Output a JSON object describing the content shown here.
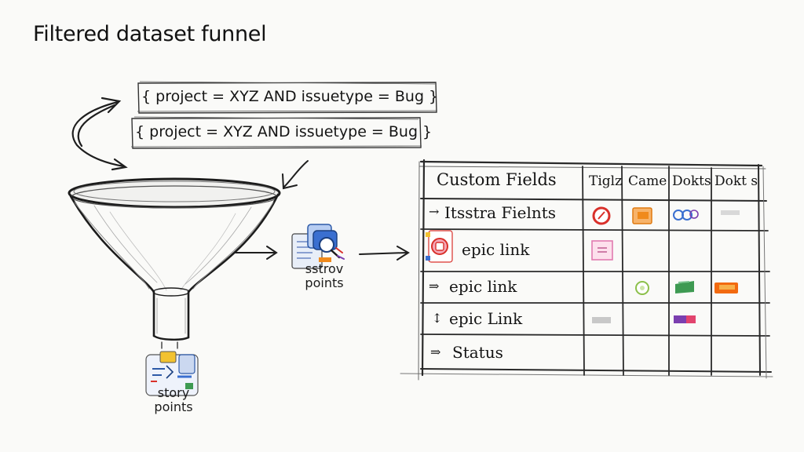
{
  "title": "Filtered dataset funnel",
  "queries": [
    "{ project = XYZ AND issuetype = Bug }",
    "{ project = XYZ AND issuetype = Bug }"
  ],
  "mid_card": {
    "caption_line1": "sstrov",
    "caption_line2": "points"
  },
  "bottom_card": {
    "caption_line1": "story",
    "caption_line2": "points"
  },
  "table": {
    "header": {
      "field_col": "Custom Fields",
      "columns": [
        "Tiglz",
        "Came",
        "Dokts",
        "Dokt s"
      ]
    },
    "rows": [
      {
        "marker": "→",
        "label": "Itsstra Fielnts"
      },
      {
        "marker": "",
        "label": "epic link"
      },
      {
        "marker": "⇒",
        "label": "epic link"
      },
      {
        "marker": "↕",
        "label": "epic Link"
      },
      {
        "marker": "⇒",
        "label": "Status"
      }
    ]
  },
  "colors": {
    "ink": "#1b1b1b",
    "red": "#d9302a",
    "orange": "#f08a1c",
    "blue": "#3a6fd0",
    "green": "#3e9a52",
    "pink": "#e27bb0",
    "purple": "#7b3fb0",
    "gray": "#b8b8b8"
  }
}
